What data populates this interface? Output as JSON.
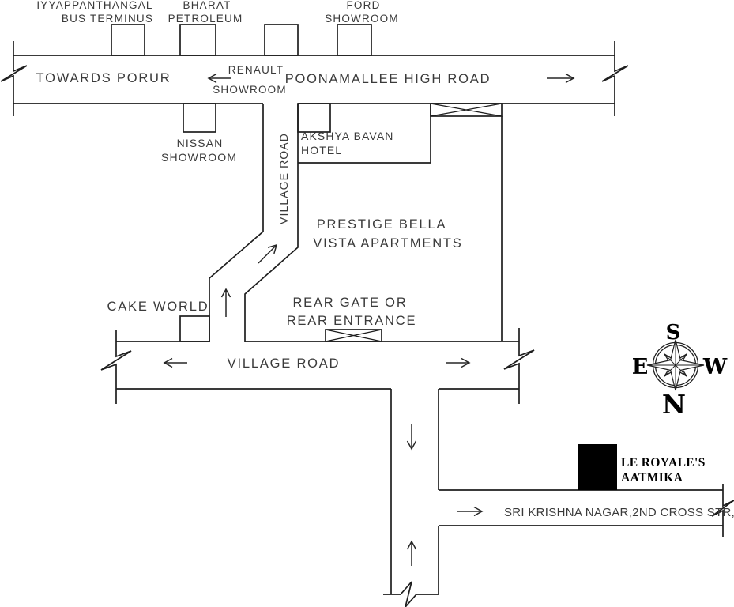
{
  "colors": {
    "background": "#ffffff",
    "line": "#1e1e1e",
    "label_text": "#3a3a3a",
    "dark_text": "#000000",
    "landmark_building_fill": "#000000"
  },
  "labels": {
    "bus_terminus_1": "IYYAPPANTHANGAL",
    "bus_terminus_2": "BUS TERMINUS",
    "bharat_1": "BHARAT",
    "bharat_2": "PETROLEUM",
    "ford_1": "FORD",
    "ford_2": "SHOWROOM",
    "towards_porur": "TOWARDS PORUR",
    "renault_1": "RENAULT",
    "renault_2": "SHOWROOM",
    "poonamallee": "POONAMALLEE HIGH ROAD",
    "nissan_1": "NISSAN",
    "nissan_2": "SHOWROOM",
    "akshya_1": "AKSHYA BAVAN",
    "akshya_2": "HOTEL",
    "village_road_vertical": "VILLAGE ROAD",
    "prestige_1": "PRESTIGE BELLA",
    "prestige_2": "VISTA APARTMENTS",
    "cake_world": "CAKE WORLD",
    "rear_gate_1": "REAR GATE OR",
    "rear_gate_2": "REAR ENTRANCE",
    "village_road": "VILLAGE ROAD",
    "sri_krishna": "SRI KRISHNA NAGAR,2ND CROSS STR,",
    "le_royales_1": "LE ROYALE'S",
    "le_royales_2": "AATMIKA"
  },
  "compass": {
    "top": "S",
    "bottom": "N",
    "left": "E",
    "right": "W"
  }
}
